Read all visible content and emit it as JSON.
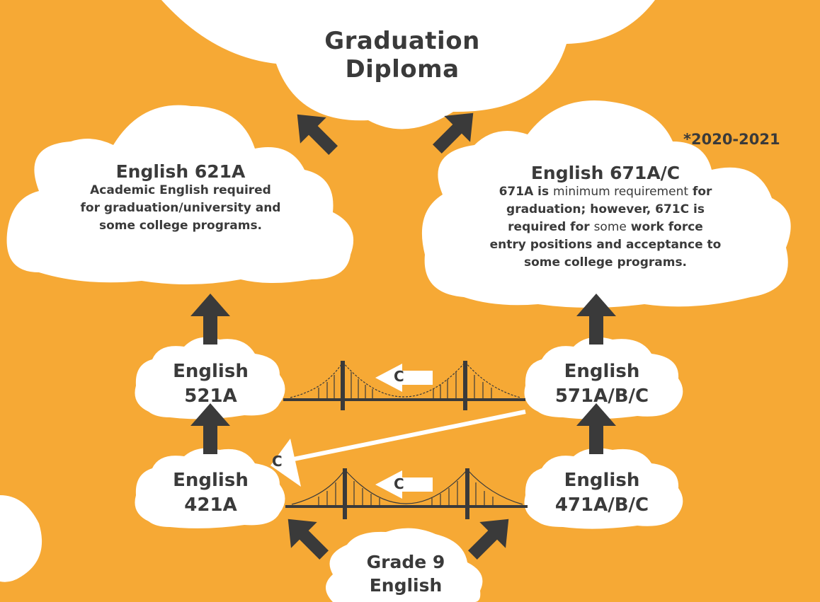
{
  "top": {
    "line1": "Graduation",
    "line2": "Diploma"
  },
  "year_note": "*2020-2021",
  "left_goal": {
    "title": "English 621A",
    "line1": "Academic English required",
    "line2": "for graduation/university and",
    "line3": "some college programs."
  },
  "right_goal": {
    "title": "English 671A/C",
    "l1a": "671A is",
    "l1b": "minimum requirement",
    "l1c": "for",
    "line2": "graduation; however, 671C is",
    "l3a": "required for",
    "l3b": "some",
    "l3c": "work force",
    "line4": "entry positions and acceptance to",
    "line5": "some college programs."
  },
  "course_521": {
    "line1": "English",
    "line2": "521A"
  },
  "course_571": {
    "line1": "English",
    "line2": "571A/B/C"
  },
  "course_421": {
    "line1": "English",
    "line2": "421A"
  },
  "course_471": {
    "line1": "English",
    "line2": "471A/B/C"
  },
  "grade9": {
    "line1": "Grade 9",
    "line2": "English"
  },
  "bridge_label": "C",
  "colors": {
    "background": "#F6A935",
    "cloud": "#FFFFFF",
    "arrow": "#3A3A3A",
    "text": "#3A3A3A"
  }
}
